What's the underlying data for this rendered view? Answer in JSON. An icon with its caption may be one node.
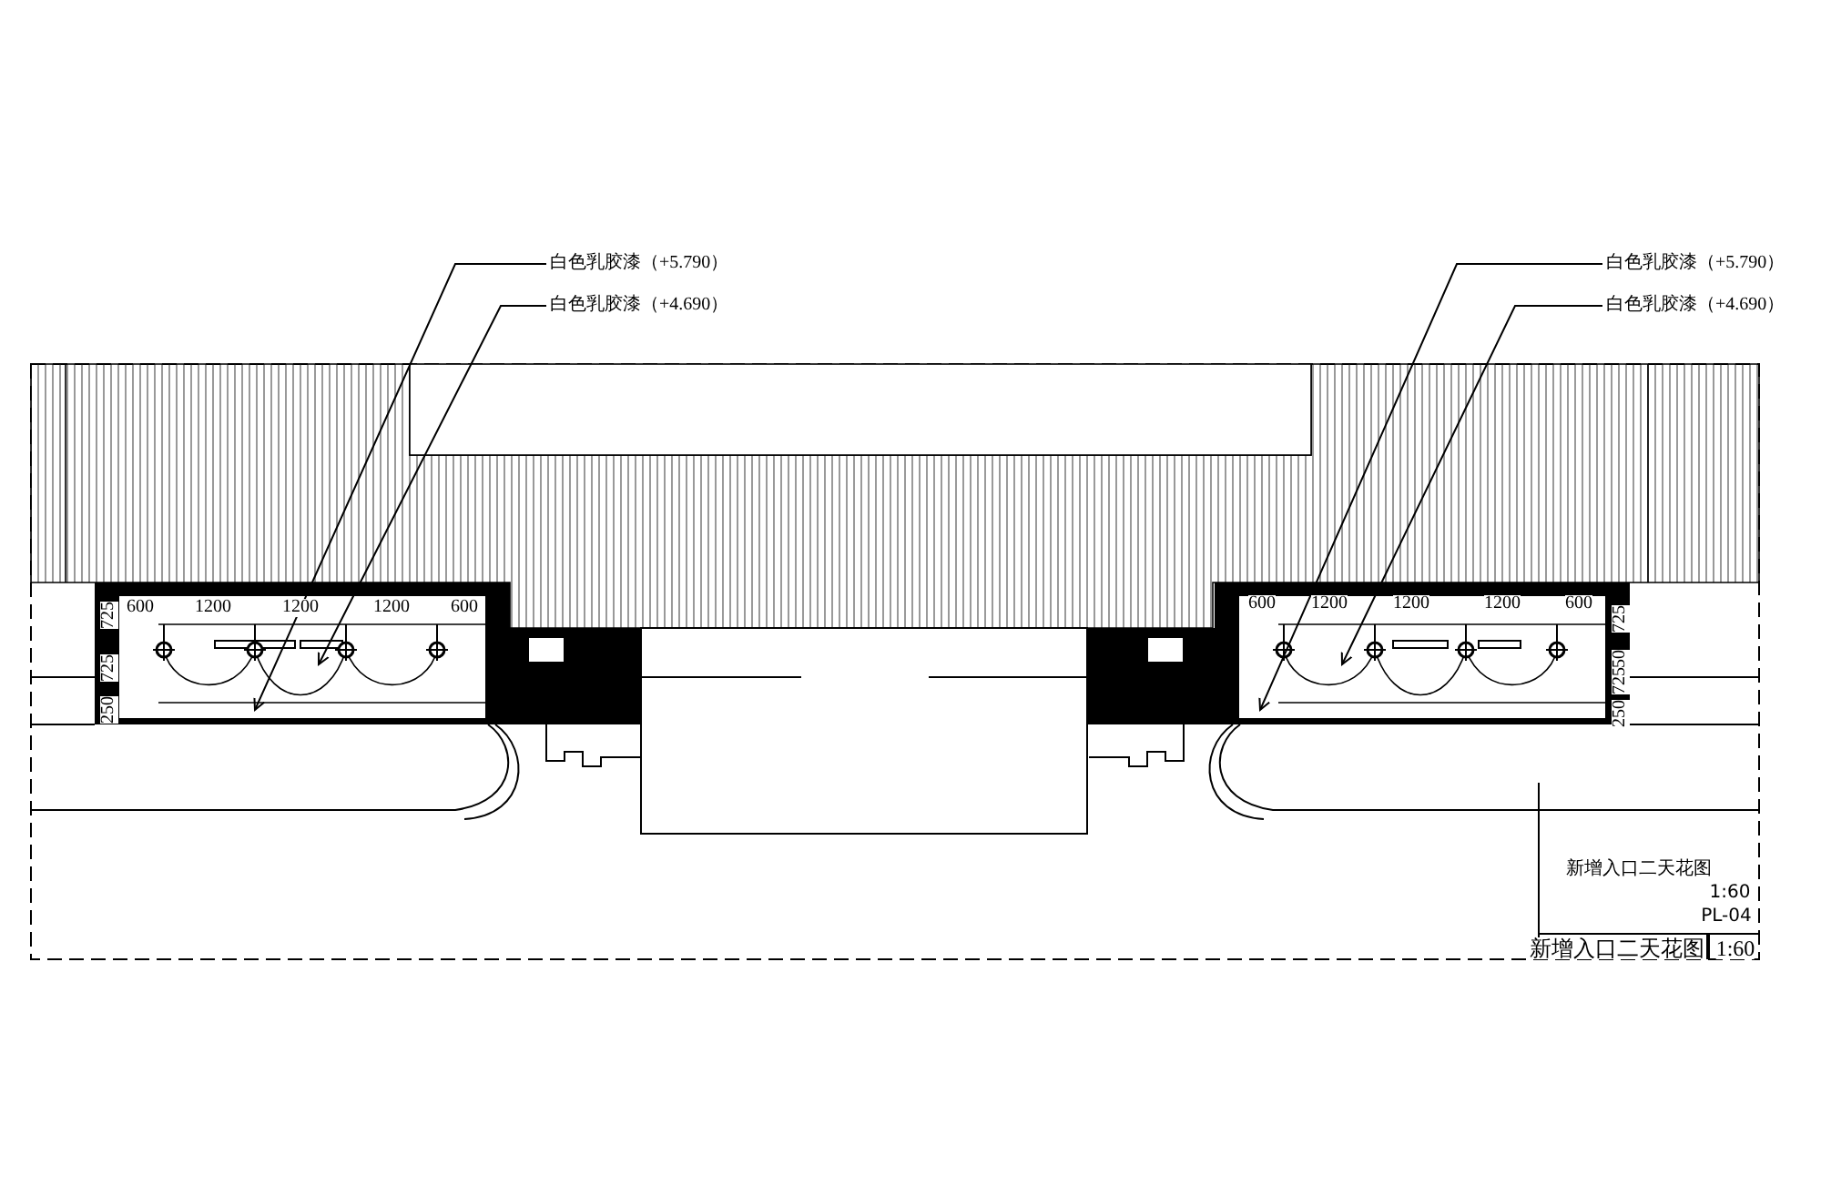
{
  "diagram": {
    "nodes": [
      {
        "text": [
          "白色乳胶漆（+5.790）"
        ]
      },
      {
        "text": [
          "白色乳胶漆（+4.690）"
        ]
      },
      {
        "text": [
          "白色乳胶漆（+5.790）"
        ]
      },
      {
        "text": [
          "白色乳胶漆（+4.690）"
        ]
      }
    ],
    "edges": [
      {
        "from": 0,
        "to": null,
        "arrow": "to"
      },
      {
        "from": 1,
        "to": null,
        "arrow": "to"
      },
      {
        "from": 2,
        "to": null,
        "arrow": "to"
      },
      {
        "from": 3,
        "to": null,
        "arrow": "to"
      }
    ],
    "labels": [
      "600",
      "1200",
      "1200",
      "1200",
      "600",
      "725",
      "725",
      "250",
      "600",
      "1200",
      "1200",
      "1200",
      "600",
      "725",
      "50",
      "725",
      "250",
      "新增入口二天花图",
      "1:60",
      "PL-04",
      "新增入口二天花图",
      "1:60"
    ]
  }
}
